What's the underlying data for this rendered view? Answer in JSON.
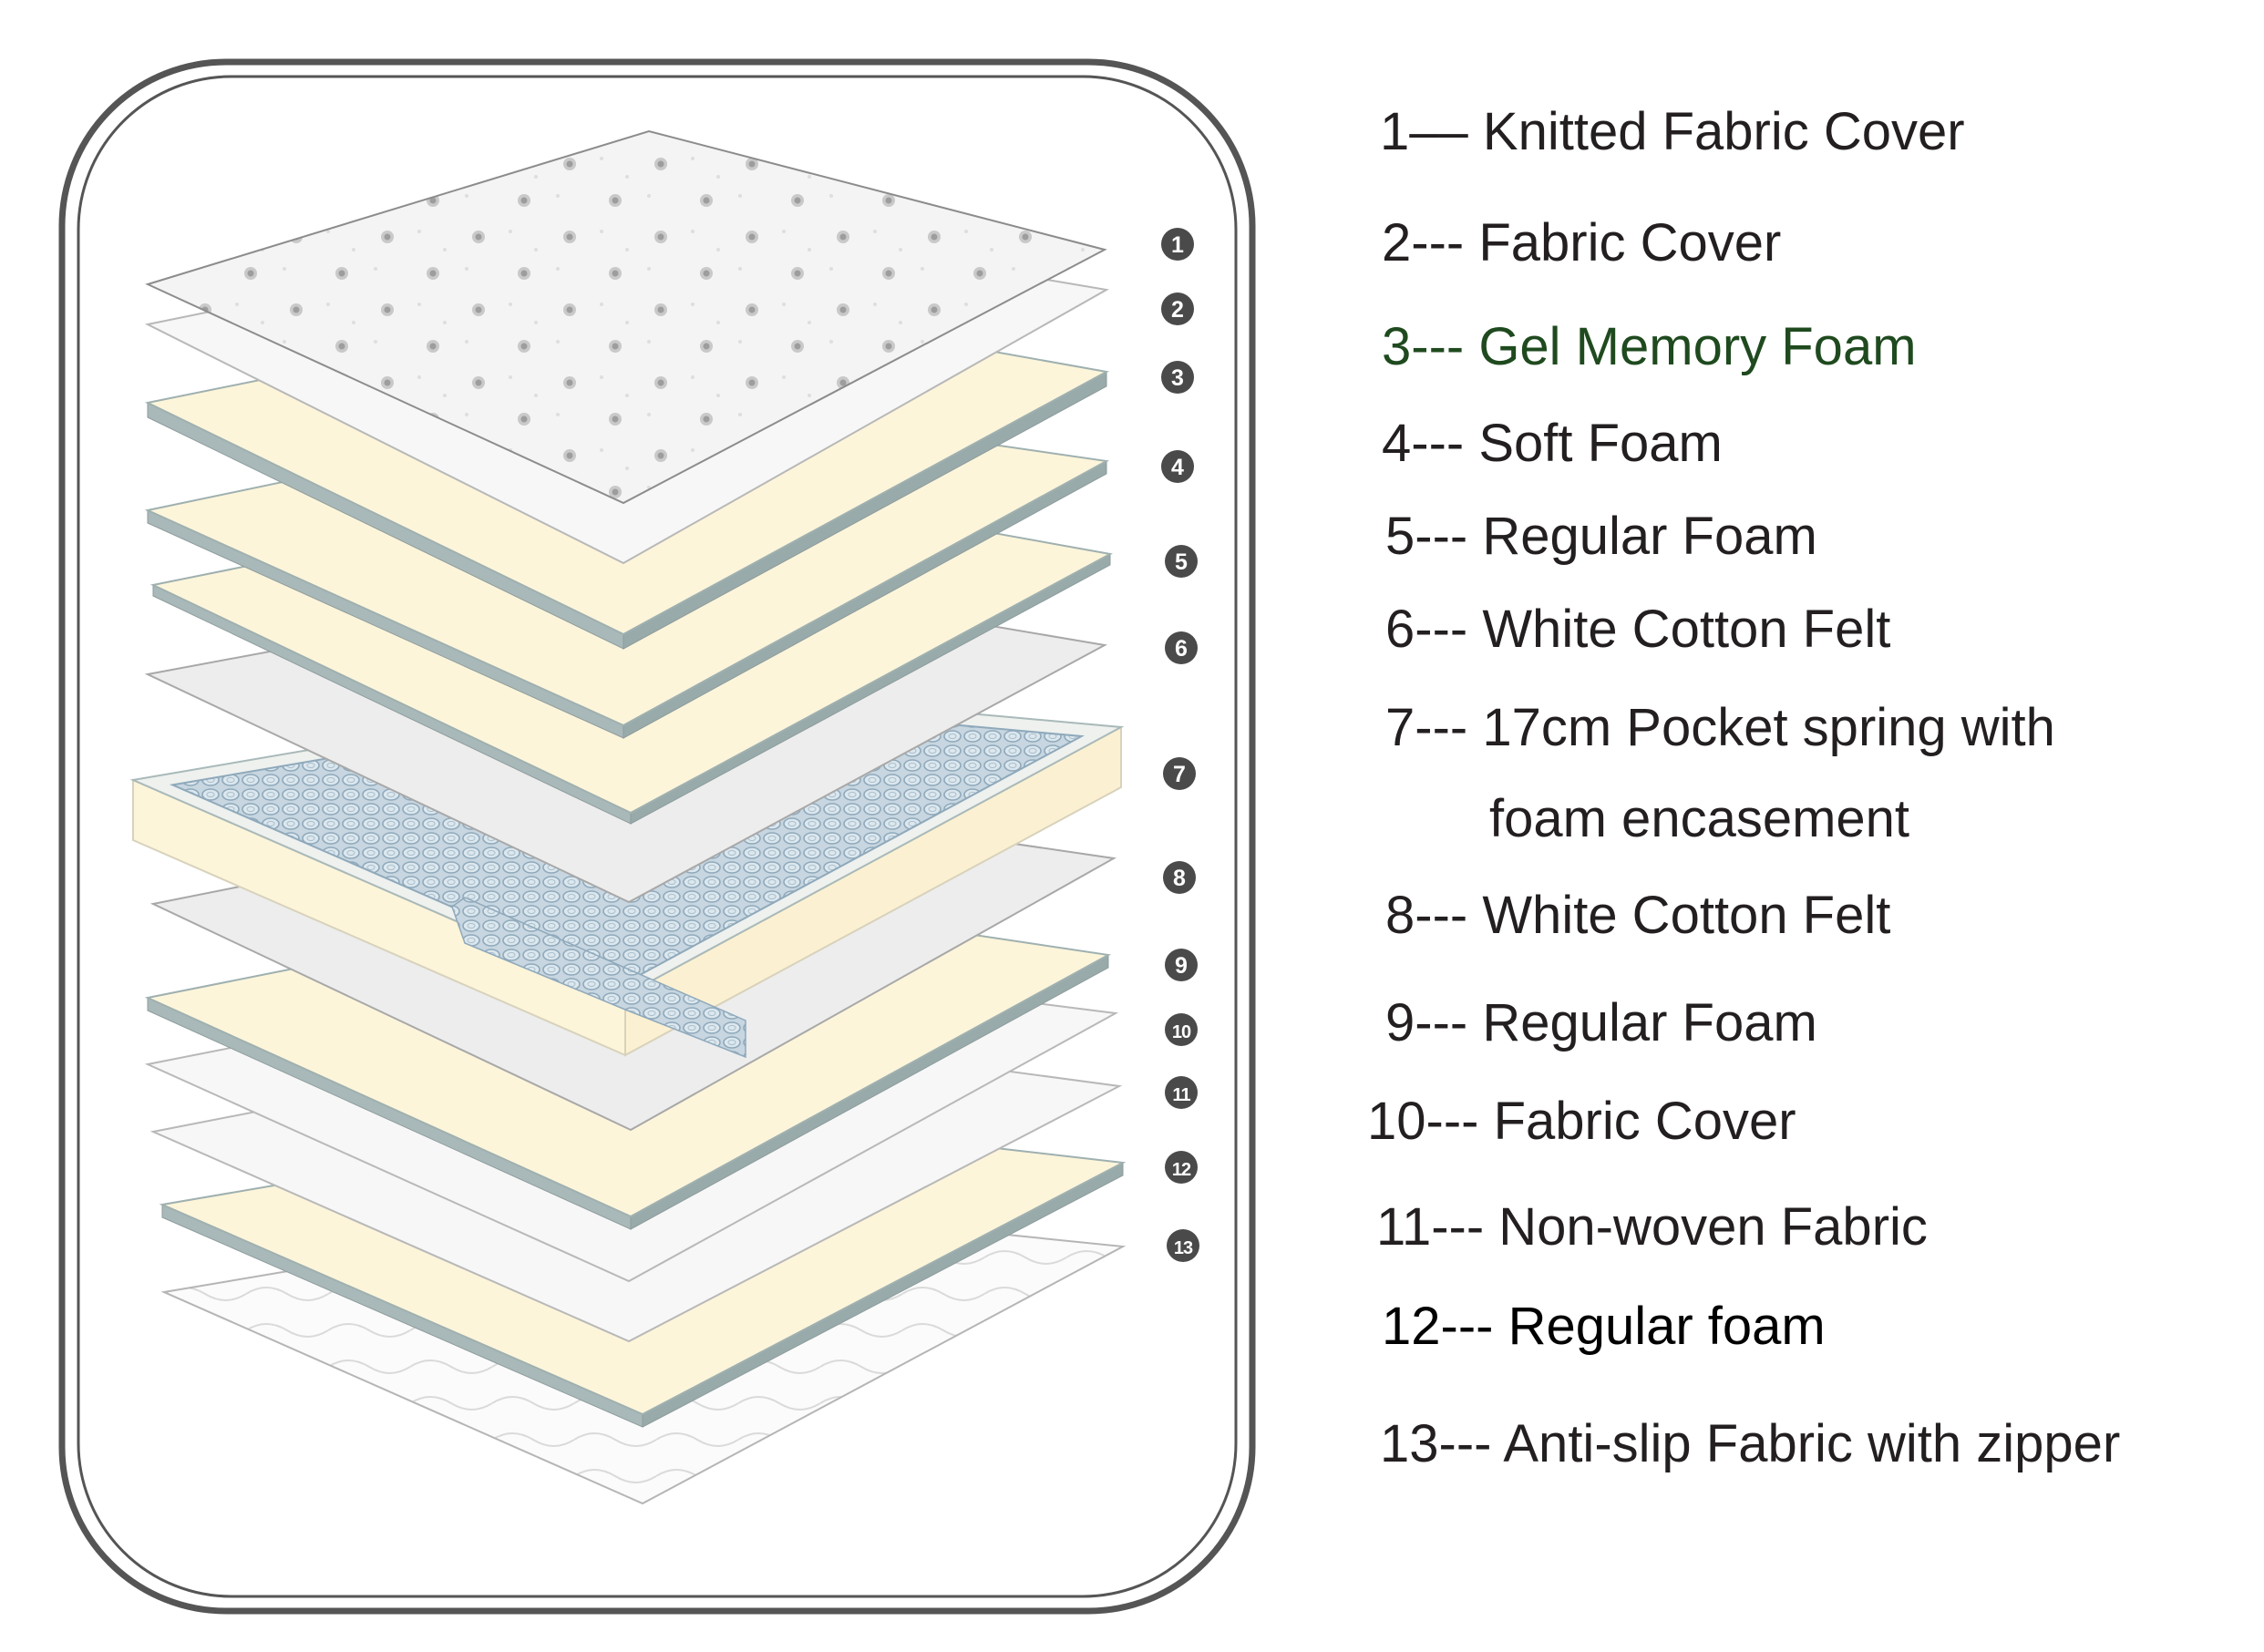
{
  "colors": {
    "frame": "#555555",
    "badge": "#4a4a4a",
    "text": "#231f20",
    "highlight": "#1f4a1f",
    "foam": "#fdf5da",
    "foam_edge": "#a9b9b9",
    "felt": "#ededed",
    "fabric": "#f7f7f7",
    "spring": "#b5cad8"
  },
  "badges": [
    "1",
    "2",
    "3",
    "4",
    "5",
    "6",
    "7",
    "8",
    "9",
    "10",
    "11",
    "12",
    "13"
  ],
  "legend": [
    {
      "text": "1–– Knitted Fabric Cover",
      "color": "#231f20"
    },
    {
      "text": "2--- Fabric Cover",
      "color": "#231f20"
    },
    {
      "text": "3--- Gel Memory Foam",
      "color": "#1f4a1f"
    },
    {
      "text": "4--- Soft Foam",
      "color": "#231f20"
    },
    {
      "text": "5--- Regular Foam",
      "color": "#231f20"
    },
    {
      "text": "6--- White Cotton Felt",
      "color": "#231f20"
    },
    {
      "text": "7--- 17cm Pocket spring with",
      "color": "#231f20"
    },
    {
      "text": "foam encasement",
      "color": "#231f20"
    },
    {
      "text": "8--- White Cotton Felt",
      "color": "#231f20"
    },
    {
      "text": "9--- Regular Foam",
      "color": "#231f20"
    },
    {
      "text": "10--- Fabric Cover",
      "color": "#231f20"
    },
    {
      "text": "11--- Non-woven Fabric",
      "color": "#231f20"
    },
    {
      "text": "12--- Regular foam",
      "color": "#000000"
    },
    {
      "text": "13--- Anti-slip Fabric with zipper",
      "color": "#231f20"
    }
  ],
  "layers": [
    {
      "type": "bottom-fabric"
    },
    {
      "type": "foam"
    },
    {
      "type": "fabric"
    },
    {
      "type": "fabric"
    },
    {
      "type": "foam"
    },
    {
      "type": "felt"
    },
    {
      "type": "spring"
    },
    {
      "type": "felt"
    },
    {
      "type": "foam"
    },
    {
      "type": "foam"
    },
    {
      "type": "foam"
    },
    {
      "type": "fabric"
    },
    {
      "type": "knitted"
    }
  ]
}
